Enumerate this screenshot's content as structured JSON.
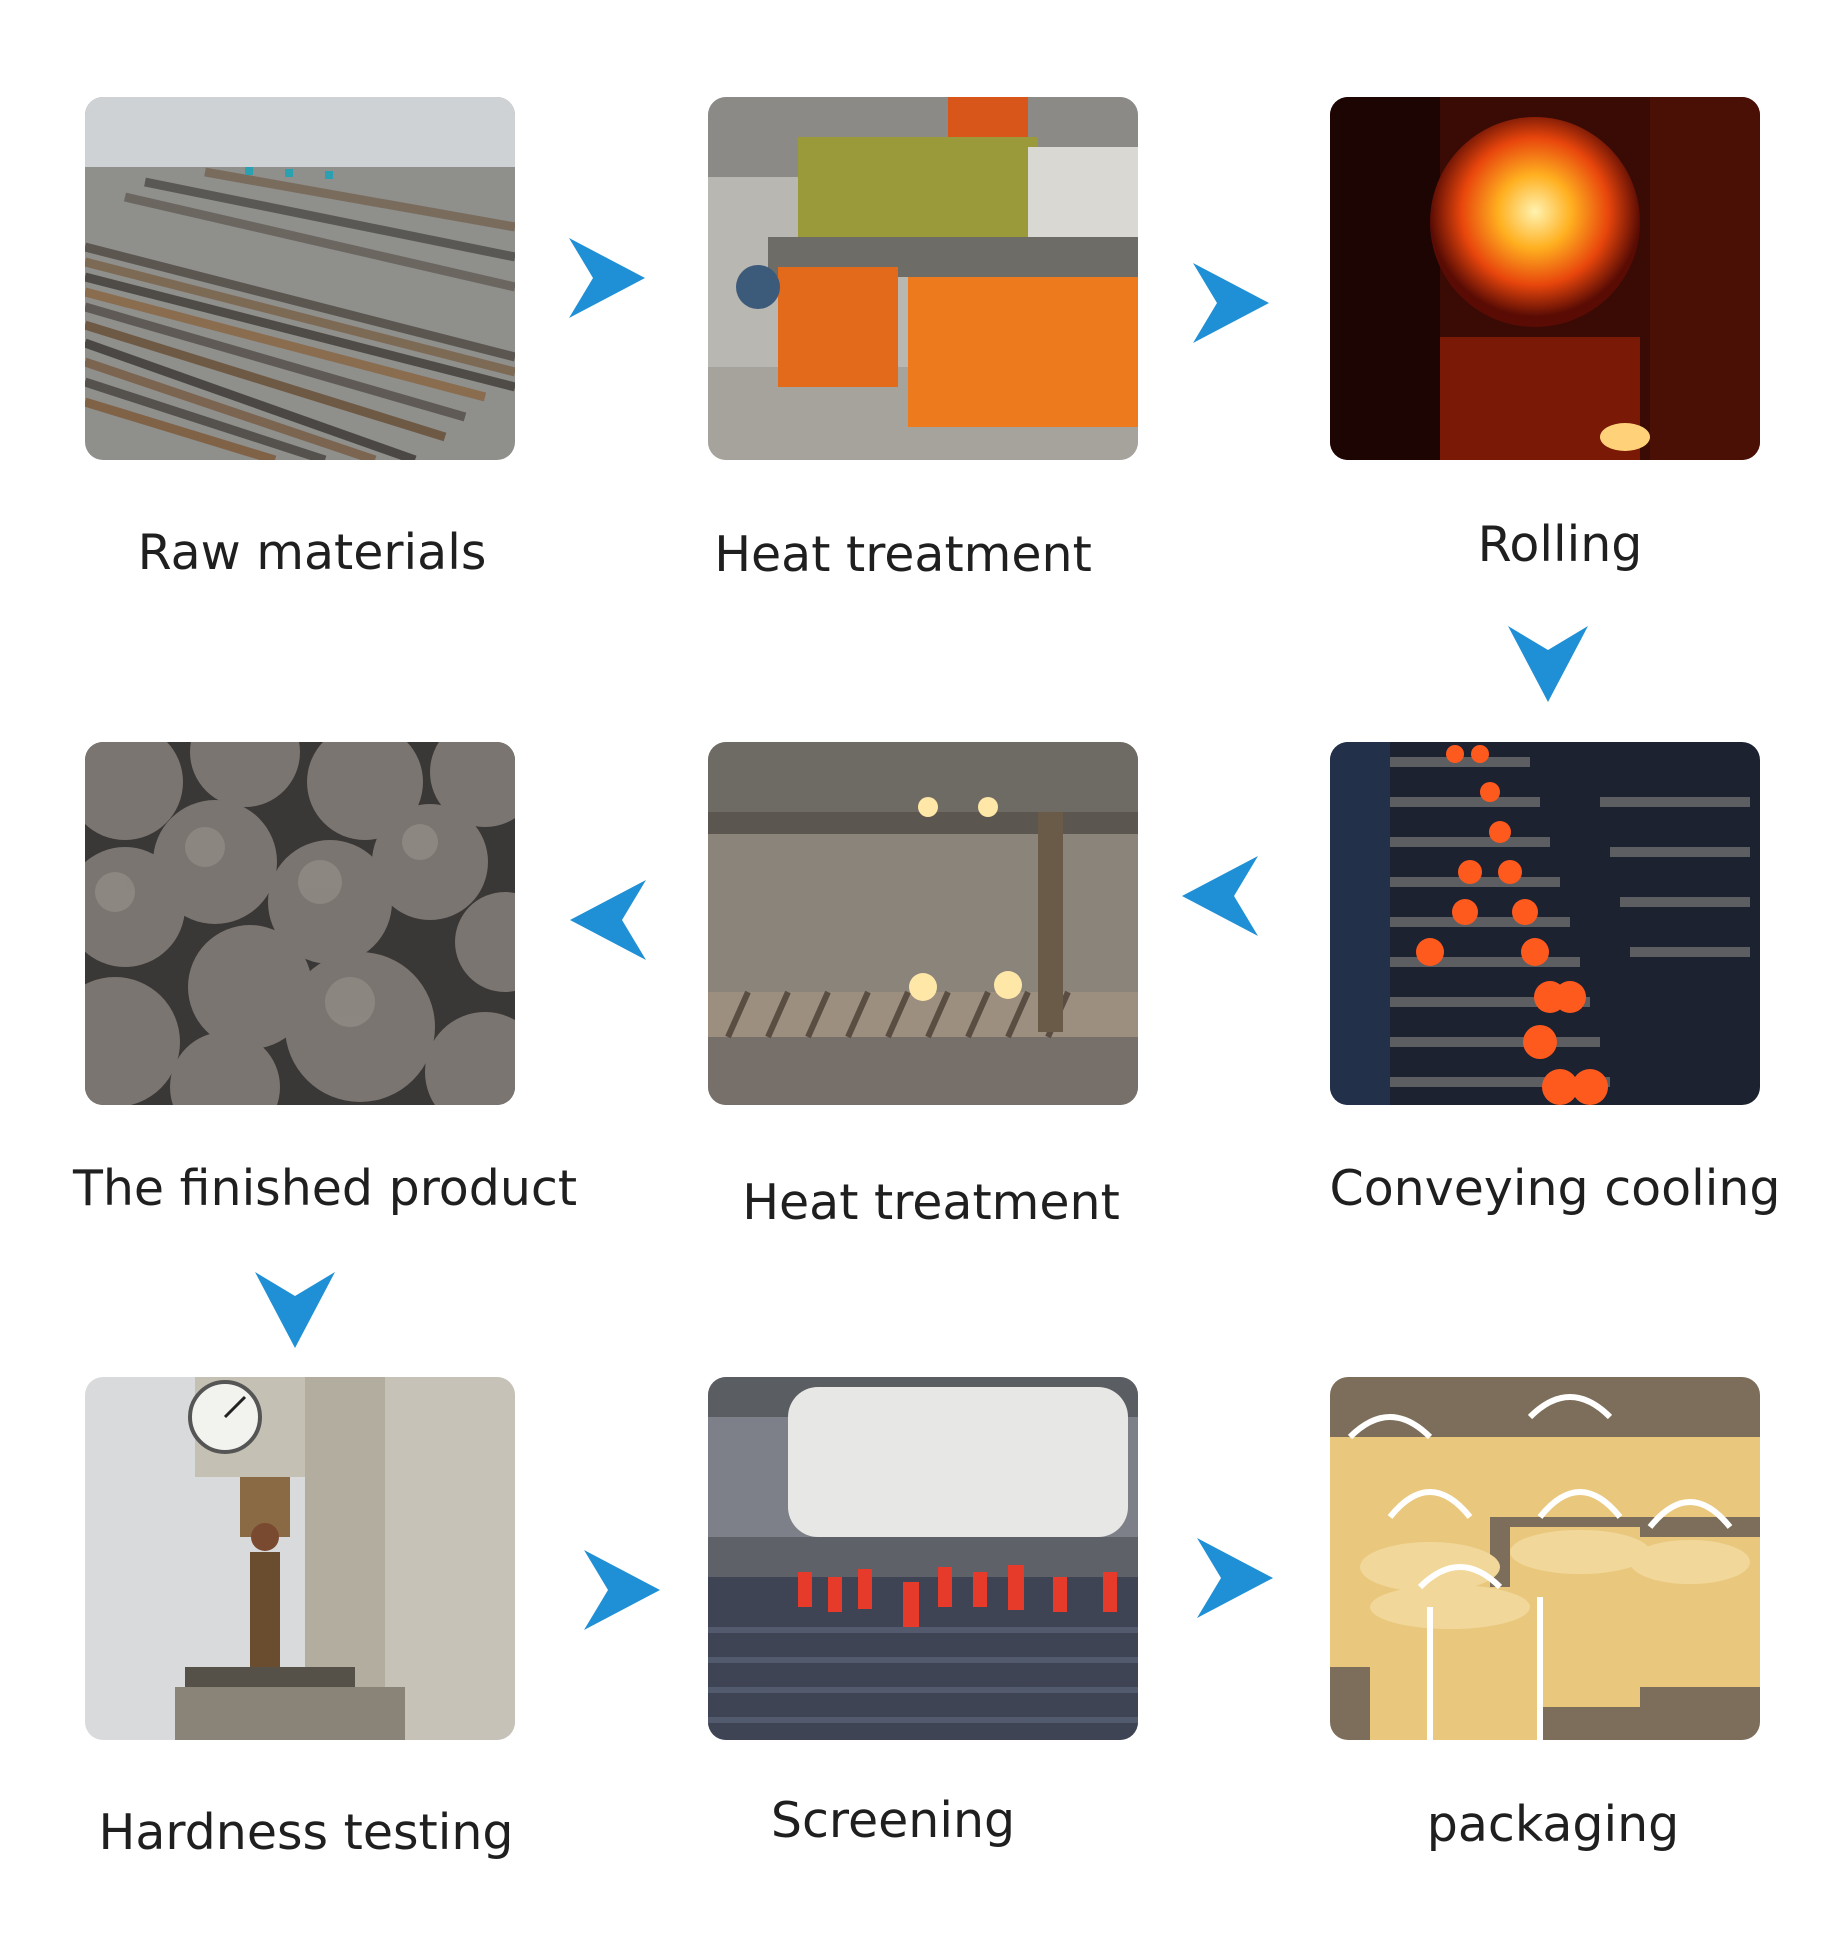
{
  "accent_color": "#1f8fd6",
  "steps": [
    {
      "label": "Raw materials",
      "image": "steel-bars-photo"
    },
    {
      "label": "Heat treatment",
      "image": "furnace-machine-photo"
    },
    {
      "label": "Rolling",
      "image": "glowing-ball-photo"
    },
    {
      "label": "Conveying cooling",
      "image": "conveyor-balls-photo"
    },
    {
      "label": "Heat treatment",
      "image": "screw-conveyor-photo"
    },
    {
      "label": "The finished product",
      "image": "steel-balls-photo"
    },
    {
      "label": "Hardness testing",
      "image": "hardness-tester-photo"
    },
    {
      "label": "Screening",
      "image": "ball-mill-workers-photo"
    },
    {
      "label": "packaging",
      "image": "bulk-bags-photo"
    }
  ],
  "arrows": [
    "right",
    "right",
    "down",
    "left",
    "left",
    "down",
    "right",
    "right"
  ]
}
